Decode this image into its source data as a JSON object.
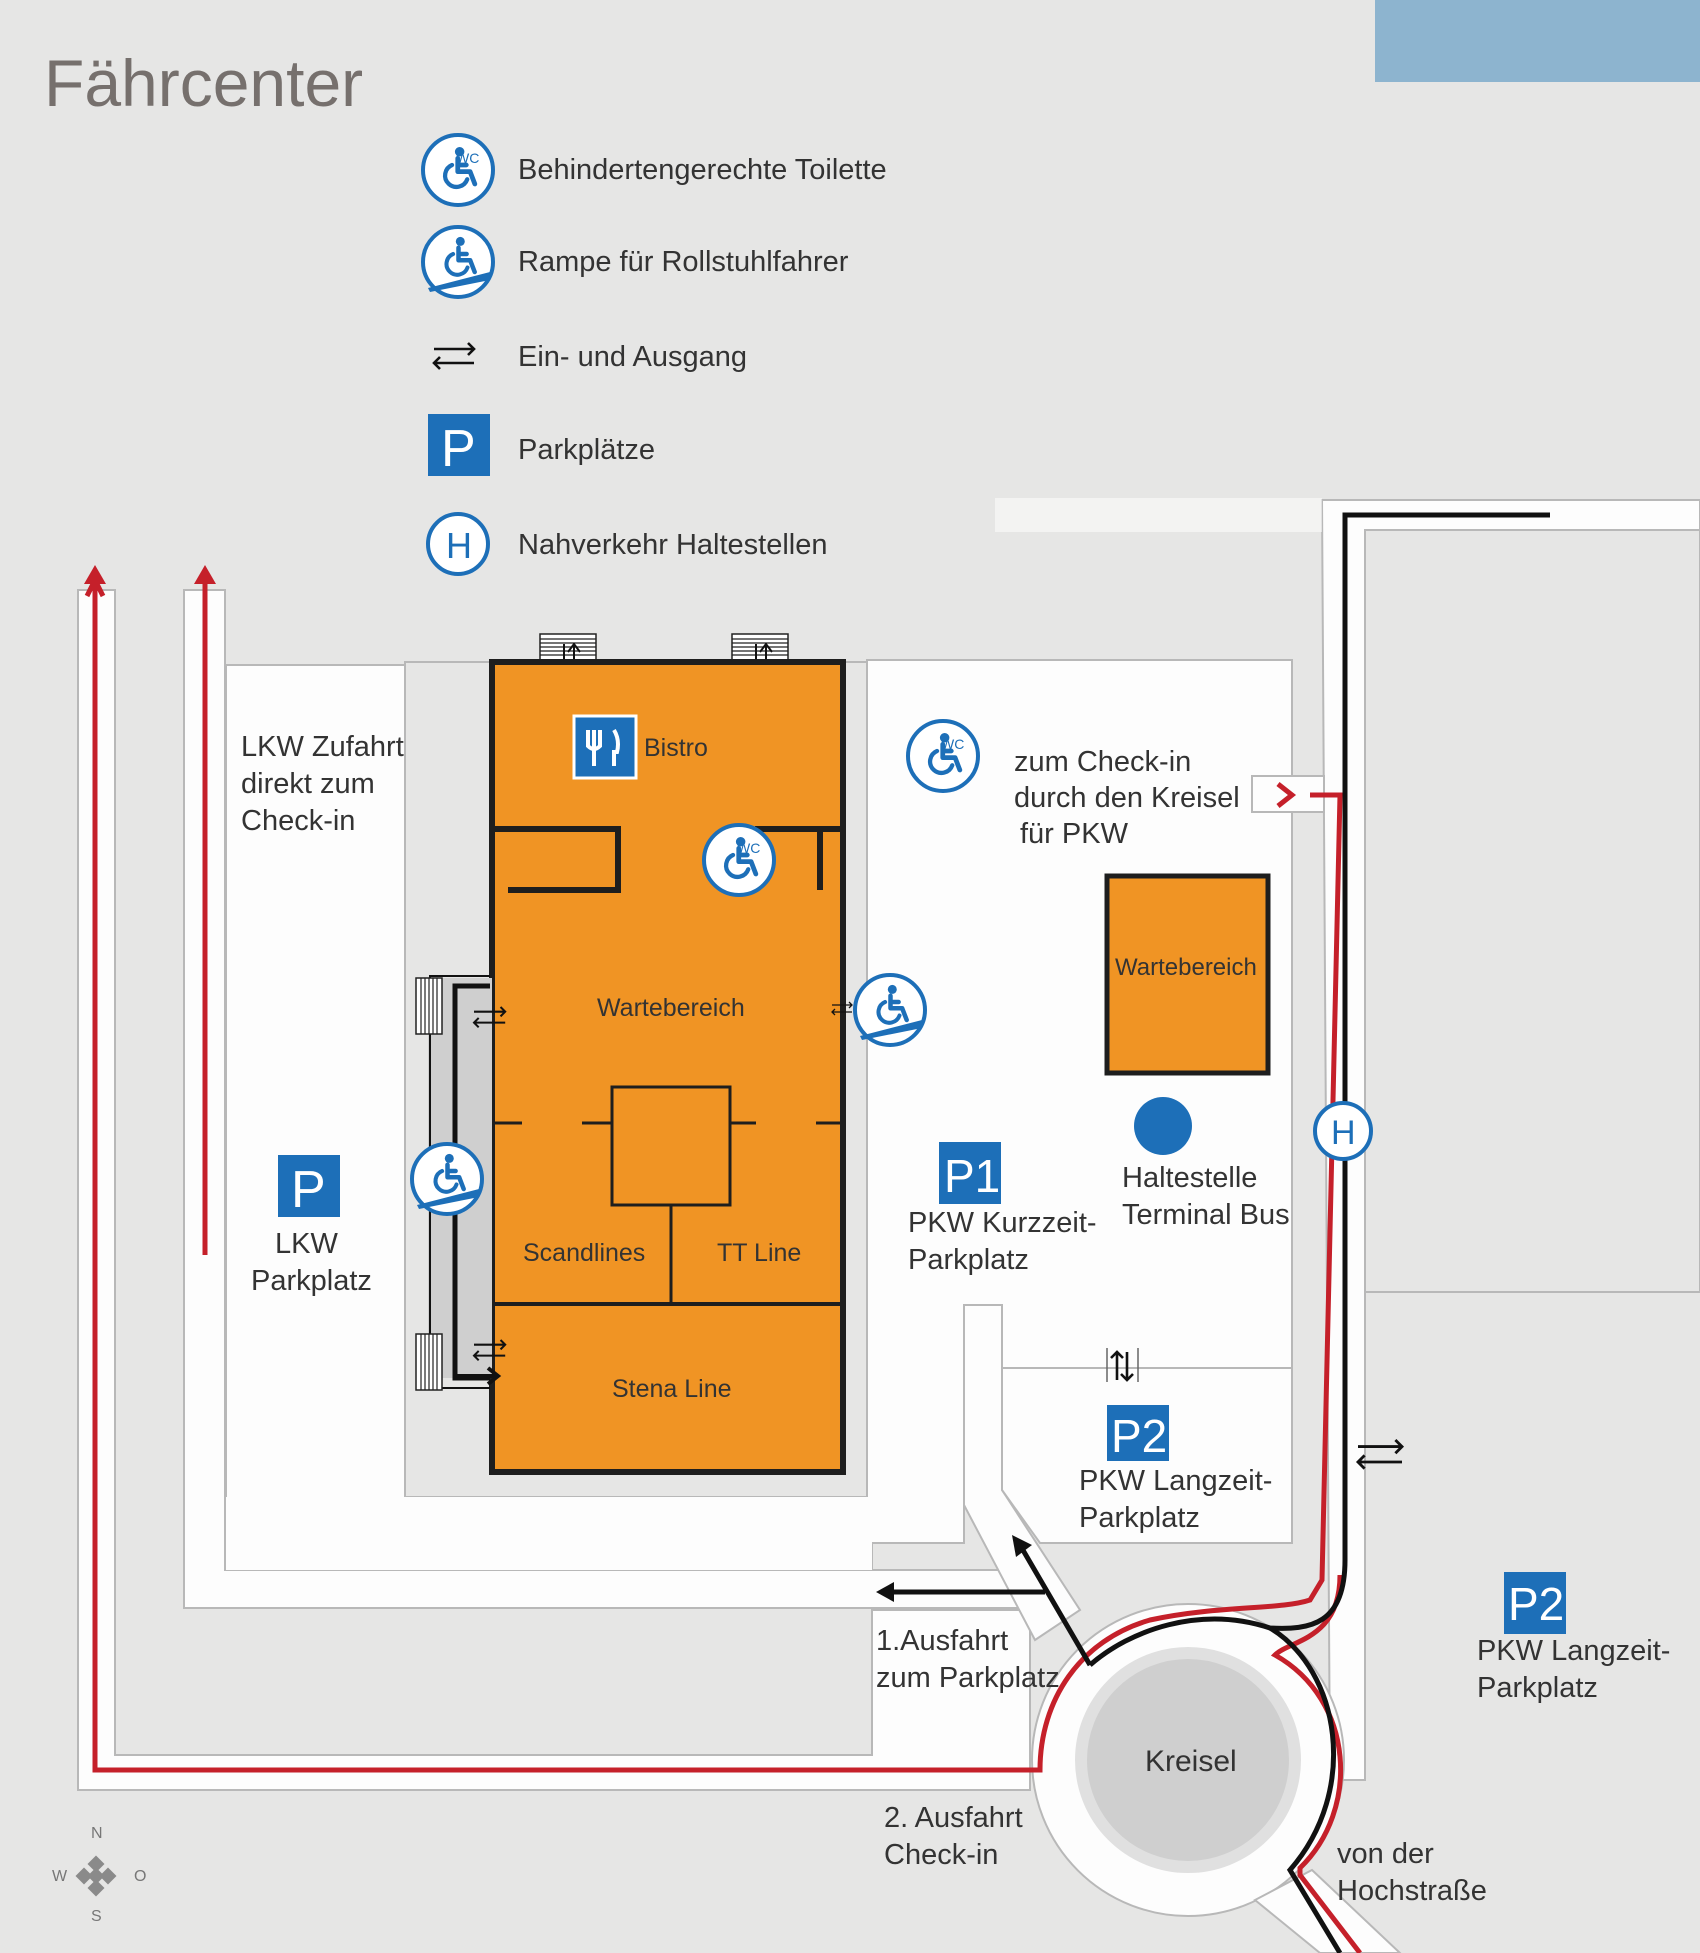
{
  "title": "Fährcenter",
  "legend": [
    {
      "icon": "accessible-wc-icon",
      "label": "Behindertengerechte Toilette"
    },
    {
      "icon": "wheelchair-ramp-icon",
      "label": "Rampe für Rollstuhlfahrer"
    },
    {
      "icon": "entrance-exit-icon",
      "label": "Ein- und Ausgang"
    },
    {
      "icon": "parking-icon",
      "label": "Parkplätze"
    },
    {
      "icon": "bus-stop-icon",
      "label": "Nahverkehr Haltestellen"
    }
  ],
  "icons": {
    "wc": "WC",
    "parking": "P",
    "p1": "P1",
    "p2": "P2",
    "bus_stop": "H"
  },
  "labels": {
    "truck_access": [
      "LKW Zufahrt",
      "direkt zum",
      "Check-in"
    ],
    "truck_parking": [
      "LKW",
      "Parkplatz"
    ],
    "bistro": "Bistro",
    "waiting_main": "Wartebereich",
    "scandlines": "Scandlines",
    "tt_line": "TT Line",
    "stena_line": "Stena Line",
    "checkin_hint": [
      "zum Check-in",
      "durch den Kreisel",
      "für PKW"
    ],
    "waiting_small": "Wartebereich",
    "terminal_bus": [
      "Haltestelle",
      "Terminal Bus"
    ],
    "p1_text": [
      "PKW Kurzzeit-",
      "Parkplatz"
    ],
    "p2_inner_text": [
      "PKW Langzeit-",
      "Parkplatz"
    ],
    "p2_outer_text": [
      "PKW Langzeit-",
      "Parkplatz"
    ],
    "exit1": [
      "1.Ausfahrt",
      "zum Parkplatz"
    ],
    "exit2": [
      "2. Ausfahrt",
      "Check-in"
    ],
    "roundabout": "Kreisel",
    "from_highway": [
      "von der",
      "Hochstraße"
    ]
  },
  "compass": {
    "n": "N",
    "s": "S",
    "w": "W",
    "e": "O"
  },
  "colors": {
    "background": "#e6e6e5",
    "building": "#f09424",
    "accent_blue": "#1d6fb8",
    "route_red": "#c5202a",
    "title_grey": "#76706d",
    "header_bar": "#8db4cf"
  }
}
